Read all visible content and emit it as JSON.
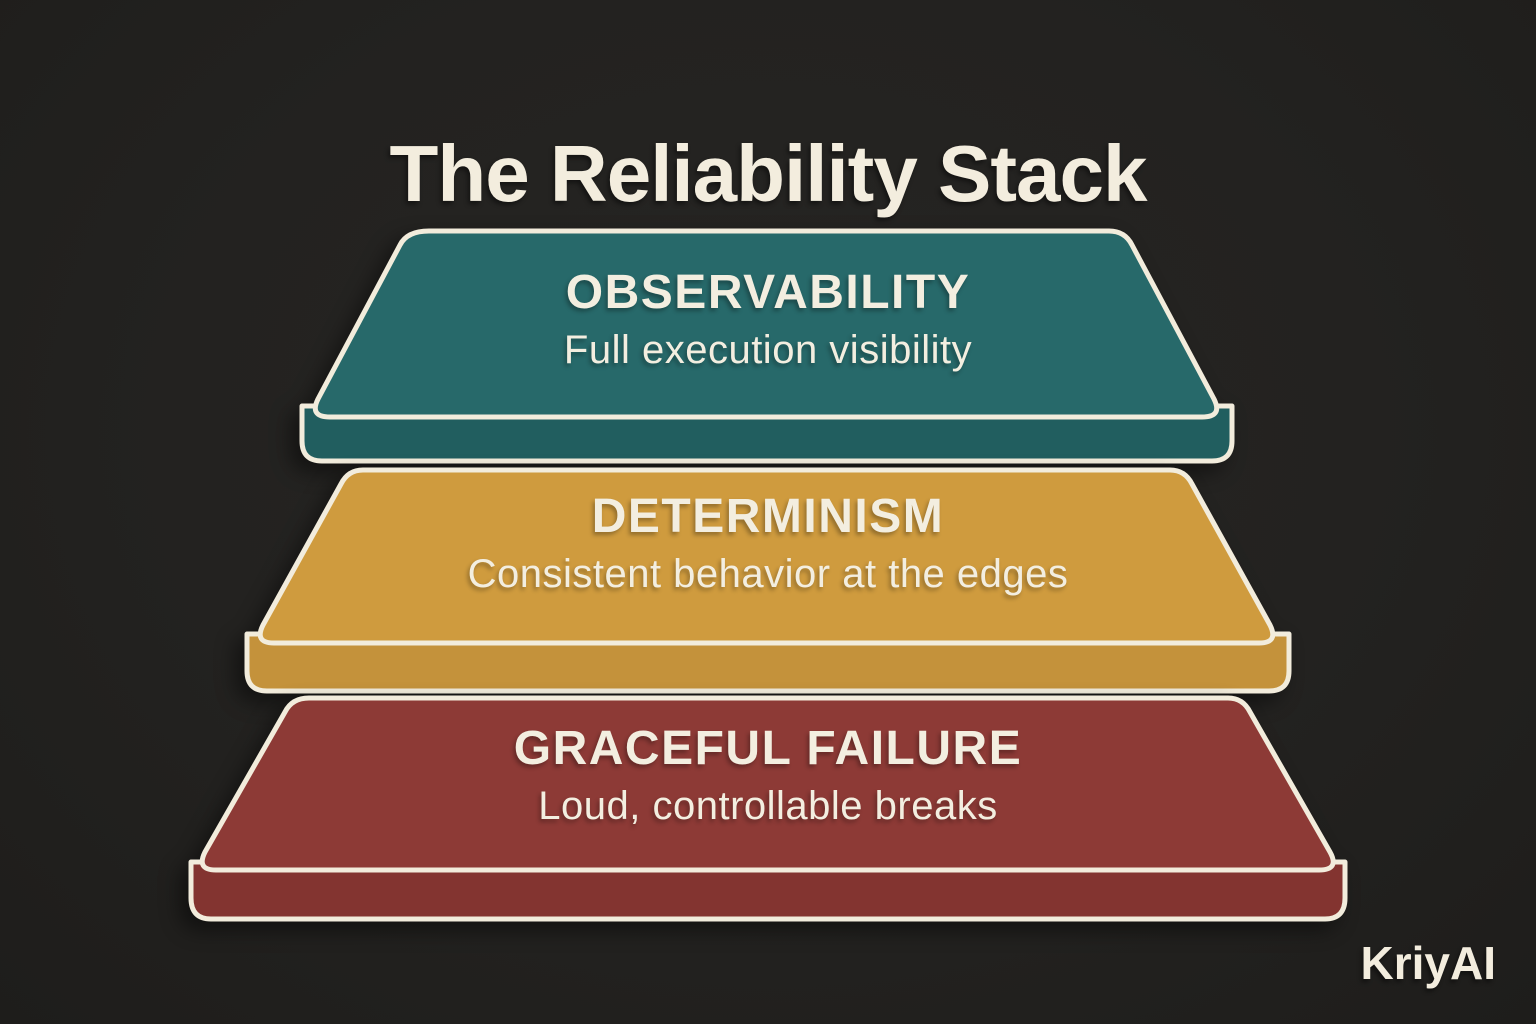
{
  "title": "The Reliability Stack",
  "brand": "KriyAI",
  "colors": {
    "background": "#232220",
    "outline": "#f2ecdc",
    "text": "#f3eee0",
    "teal_top": "#27696a",
    "teal_front": "#215e5f",
    "gold_top": "#cf9b3e",
    "gold_front": "#c4923b",
    "red_top": "#8d3a36",
    "red_front": "#833430"
  },
  "layers": [
    {
      "id": "observability",
      "label": "OBSERVABILITY",
      "sublabel": "Full execution visibility"
    },
    {
      "id": "determinism",
      "label": "DETERMINISM",
      "sublabel": "Consistent behavior at the edges"
    },
    {
      "id": "graceful-failure",
      "label": "GRACEFUL FAILURE",
      "sublabel": "Loud, controllable breaks"
    }
  ]
}
